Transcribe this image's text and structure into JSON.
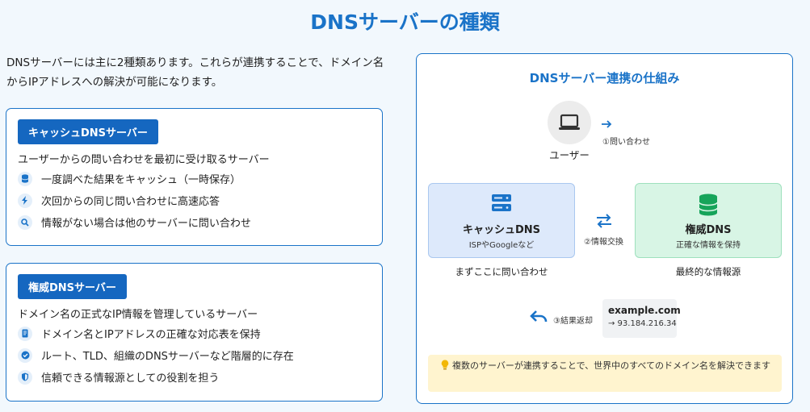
{
  "page": {
    "title": "DNSサーバーの種類",
    "intro": "DNSサーバーには主に2種類あります。これらが連携することで、ドメイン名からIPアドレスへの解決が可能になります。"
  },
  "cache_card": {
    "tag": "キャッシュDNSサーバー",
    "desc": "ユーザーからの問い合わせを最初に受け取るサーバー",
    "features": [
      {
        "icon": "database-icon",
        "text": "一度調べた結果をキャッシュ（一時保存）"
      },
      {
        "icon": "bolt-icon",
        "text": "次回からの同じ問い合わせに高速応答"
      },
      {
        "icon": "search-icon",
        "text": "情報がない場合は他のサーバーに問い合わせ"
      }
    ]
  },
  "auth_card": {
    "tag": "権威DNSサーバー",
    "desc": "ドメイン名の正式なIP情報を管理しているサーバー",
    "features": [
      {
        "icon": "book-icon",
        "text": "ドメイン名とIPアドレスの正確な対応表を保持"
      },
      {
        "icon": "check-circle-icon",
        "text": "ルート、TLD、組織のDNSサーバーなど階層的に存在"
      },
      {
        "icon": "shield-icon",
        "text": "信頼できる情報源としての役割を担う"
      }
    ]
  },
  "diagram": {
    "title": "DNSサーバー連携の仕組み",
    "user_label": "ユーザー",
    "step1": "①問い合わせ",
    "step2": "②情報交換",
    "step3": "③結果返却",
    "cache_box": {
      "name": "キャッシュDNS",
      "sub": "ISPやGoogleなど",
      "under": "まずここに問い合わせ"
    },
    "auth_box": {
      "name": "権威DNS",
      "sub": "正確な情報を保持",
      "under": "最終的な情報源"
    },
    "example": {
      "domain": "example.com",
      "ip": "→ 93.184.216.34"
    },
    "note": "複数のサーバーが連携することで、世界中のすべてのドメイン名を解決できます"
  },
  "colors": {
    "accent": "#1a73c8",
    "tag_bg": "#1567c0",
    "cache_box_bg": "#dde9fb",
    "auth_box_bg": "#d8f5e5",
    "note_bg": "#fff4cf"
  }
}
